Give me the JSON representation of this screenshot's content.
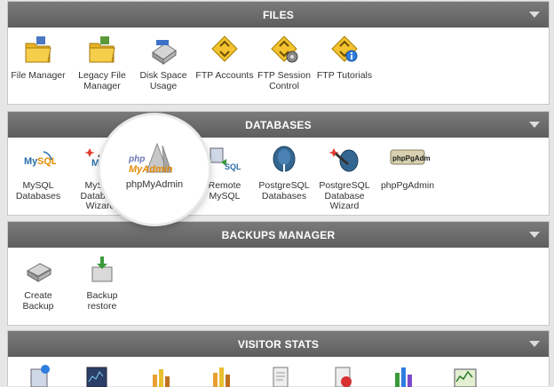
{
  "files": {
    "title": "FILES",
    "items": [
      {
        "label": "File Manager",
        "icon": "folder-icon"
      },
      {
        "label": "Legacy File Manager",
        "icon": "folder-icon"
      },
      {
        "label": "Disk Space Usage",
        "icon": "disk-icon"
      },
      {
        "label": "FTP Accounts",
        "icon": "ftp-icon"
      },
      {
        "label": "FTP Session Control",
        "icon": "ftp-gear-icon"
      },
      {
        "label": "FTP Tutorials",
        "icon": "ftp-info-icon"
      }
    ]
  },
  "databases": {
    "title": "DATABASES",
    "items": [
      {
        "label": "MySQL Databases",
        "icon": "mysql-icon"
      },
      {
        "label": "MySQL Database Wizard",
        "icon": "mysql-wizard-icon"
      },
      {
        "label": "phpMyAdmin",
        "icon": "phpmyadmin-icon",
        "highlighted": true
      },
      {
        "label": "Remote MySQL",
        "icon": "remote-mysql-icon"
      },
      {
        "label": "PostgreSQL Databases",
        "icon": "postgresql-icon"
      },
      {
        "label": "PostgreSQL Database Wizard",
        "icon": "postgresql-wizard-icon"
      },
      {
        "label": "phpPgAdmin",
        "icon": "phppgadmin-icon"
      }
    ]
  },
  "backups": {
    "title": "BACKUPS MANAGER",
    "items": [
      {
        "label": "Create Backup",
        "icon": "backup-icon"
      },
      {
        "label": "Backup restore",
        "icon": "restore-icon"
      }
    ]
  },
  "visitor_stats": {
    "title": "VISITOR STATS"
  }
}
